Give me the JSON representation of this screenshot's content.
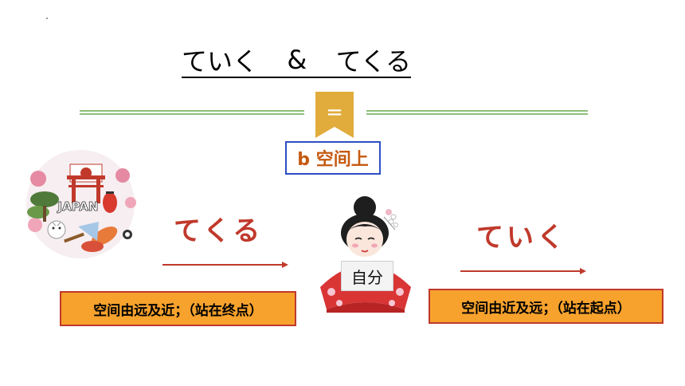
{
  "title": {
    "left_word": "ていく",
    "ampersand": "&",
    "right_word": "てくる"
  },
  "section_label": "b 空间上",
  "bookmark_symbol": "=",
  "collage_text": "JAPAN",
  "left_side": {
    "verb": "てくる",
    "description": "空间由远及近；（站在终点）"
  },
  "right_side": {
    "verb": "ていく",
    "description": "空间由近及远；（站在起点）"
  },
  "center_label": "自分",
  "colors": {
    "verb_red": "#c0392b",
    "section_text": "#c55a11",
    "section_border": "#2d4fc3",
    "info_fill": "#f7a22d",
    "info_border": "#c0392b",
    "divider_green": "#8dc07a",
    "bookmark_gold": "#e1ac3c"
  },
  "icons": [
    "bookmark-icon",
    "arrow-right-icon",
    "geisha-illustration",
    "japan-collage"
  ]
}
